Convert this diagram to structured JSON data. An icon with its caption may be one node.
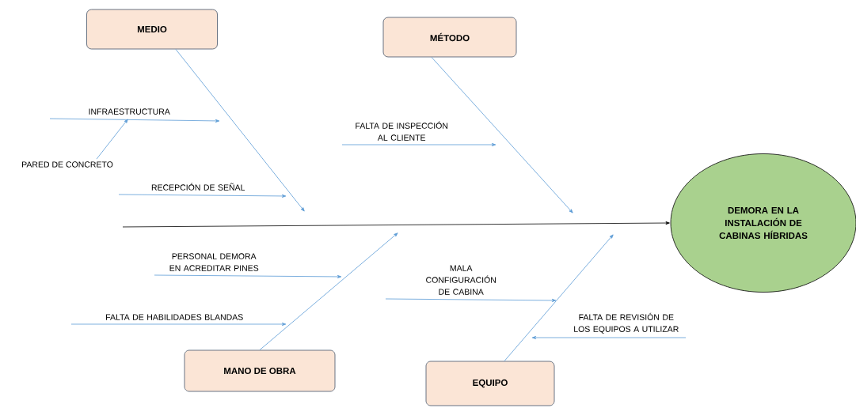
{
  "diagram": {
    "nodes": [
      {
        "text": [
          "MEDIO"
        ]
      },
      {
        "text": [
          "MÉTODO"
        ]
      },
      {
        "text": [
          "MANO DE OBRA"
        ]
      },
      {
        "text": [
          "EQUIPO"
        ]
      },
      {
        "text": [
          "DEMORA EN LA INSTALACIÓN DE CABINAS HÍBRIDAS"
        ]
      },
      {
        "text": [
          "INFRAESTRUCTURA"
        ]
      },
      {
        "text": [
          "PARED DE CONCRETO"
        ]
      },
      {
        "text": [
          "RECEPCIÓN DE SEÑAL"
        ]
      },
      {
        "text": [
          "FALTA DE INSPECCIÓN AL CLIENTE"
        ]
      },
      {
        "text": [
          "PERSONAL DEMORA EN ACREDITAR PINES"
        ]
      },
      {
        "text": [
          "FALTA DE HABILIDADES BLANDAS"
        ]
      },
      {
        "text": [
          "MALA CONFIGURACIÓN DE CABINA"
        ]
      },
      {
        "text": [
          "FALTA DE REVISIÓN DE LOS EQUIPOS A UTILIZAR"
        ]
      }
    ],
    "edges": [
      {
        "from": null,
        "to": 4,
        "arrow": "to",
        "color": "#000000"
      },
      {
        "from": 0,
        "to": null,
        "arrow": "to"
      },
      {
        "from": 1,
        "to": null,
        "arrow": "to"
      },
      {
        "from": 2,
        "to": null,
        "arrow": "to"
      },
      {
        "from": 3,
        "to": null,
        "arrow": "to"
      },
      {
        "from": 5,
        "to": null,
        "arrow": "to"
      },
      {
        "from": 6,
        "to": 5,
        "arrow": "to"
      },
      {
        "from": 7,
        "to": null,
        "arrow": "to"
      },
      {
        "from": 8,
        "to": null,
        "arrow": "to"
      },
      {
        "from": 9,
        "to": null,
        "arrow": "to"
      },
      {
        "from": 10,
        "to": null,
        "arrow": "to"
      },
      {
        "from": 11,
        "to": null,
        "arrow": "to"
      },
      {
        "from": 12,
        "to": null,
        "arrow": "to"
      }
    ]
  }
}
